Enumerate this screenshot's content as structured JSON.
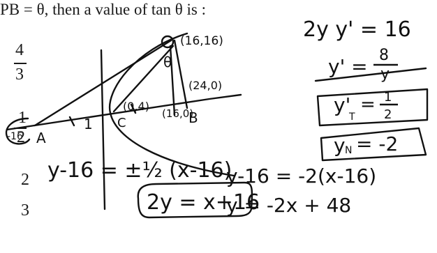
{
  "question": {
    "text": "PB = θ, then a value of tan θ is :"
  },
  "options": {
    "opt1_num": "4",
    "opt1_den": "3",
    "opt2_num": "1",
    "opt2_den": "2",
    "opt3": "2",
    "opt4": "3"
  },
  "handwriting": {
    "eq1": "2y y' = 16",
    "eq2_lhs": "y' =",
    "eq2_num": "8",
    "eq2_den": "y",
    "eq3_lhs": "y'",
    "eq3_sub": "T",
    "eq3_eq": "=",
    "eq3_num": "1",
    "eq3_den": "2",
    "eq4": "y",
    "eq4_sub": "N",
    "eq4_rest": " = -2",
    "tangent_eq": "y-16 = ±½ (x-16)",
    "boxed_eq": "2y = x+16",
    "normal_eq1": "y-16 = -2(x-16)",
    "normal_eq2": "y = -2x + 48",
    "pt_P": "(16,16)",
    "pt_A_label": "A",
    "pt_A_coord": "-16",
    "pt_C_label": "C",
    "pt_C_coord": "(0,4)",
    "pt_M_coord": "(16,0)",
    "pt_B_label": "B",
    "pt_B_coord": "(24,0)",
    "theta": "θ",
    "one": "1"
  }
}
